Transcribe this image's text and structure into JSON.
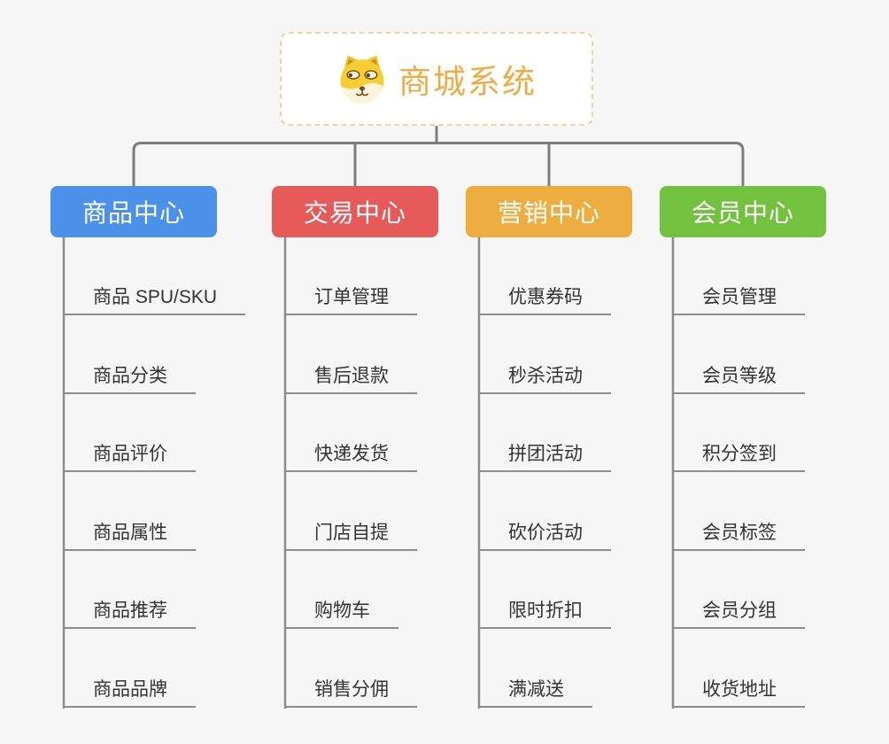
{
  "root": {
    "title": "商城系统",
    "icon": "doge-icon"
  },
  "branches": [
    {
      "label": "商品中心",
      "color": "#4B91E9",
      "items": [
        "商品 SPU/SKU",
        "商品分类",
        "商品评价",
        "商品属性",
        "商品推荐",
        "商品品牌"
      ]
    },
    {
      "label": "交易中心",
      "color": "#E65A5A",
      "items": [
        "订单管理",
        "售后退款",
        "快递发货",
        "门店自提",
        "购物车",
        "销售分佣"
      ]
    },
    {
      "label": "营销中心",
      "color": "#EDAD40",
      "items": [
        "优惠券码",
        "秒杀活动",
        "拼团活动",
        "砍价活动",
        "限时折扣",
        "满减送"
      ]
    },
    {
      "label": "会员中心",
      "color": "#72C13F",
      "items": [
        "会员管理",
        "会员等级",
        "积分签到",
        "会员标签",
        "会员分组",
        "收货地址"
      ]
    }
  ],
  "colors": {
    "background": "#F6F6F6",
    "connector": "#7D7D7D",
    "leaf_underline": "#8C8C8C",
    "leaf_text": "#333333",
    "root_text": "#F0AC44",
    "root_border": "#F2D49C"
  }
}
